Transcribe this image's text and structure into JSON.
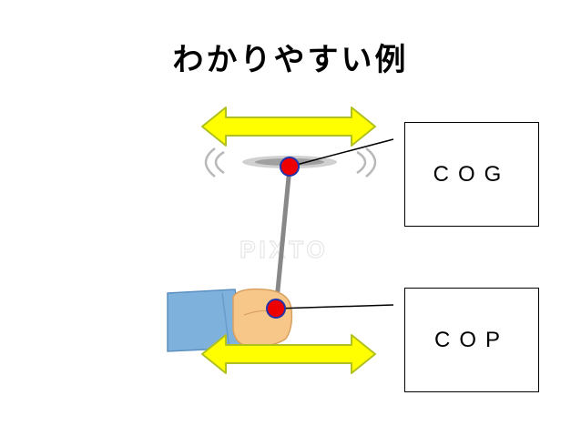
{
  "title": "わかりやすい例",
  "labels": {
    "cog": "COG",
    "cop": "COP"
  },
  "watermark": "PIXTO",
  "colors": {
    "arrow_fill": "#ffff00",
    "arrow_stroke": "#b0c020",
    "marker": "#ee0000",
    "marker_stroke": "#2233aa",
    "stick": "#888888",
    "sleeve": "#7fb1dd",
    "skin": "#f7c789"
  }
}
